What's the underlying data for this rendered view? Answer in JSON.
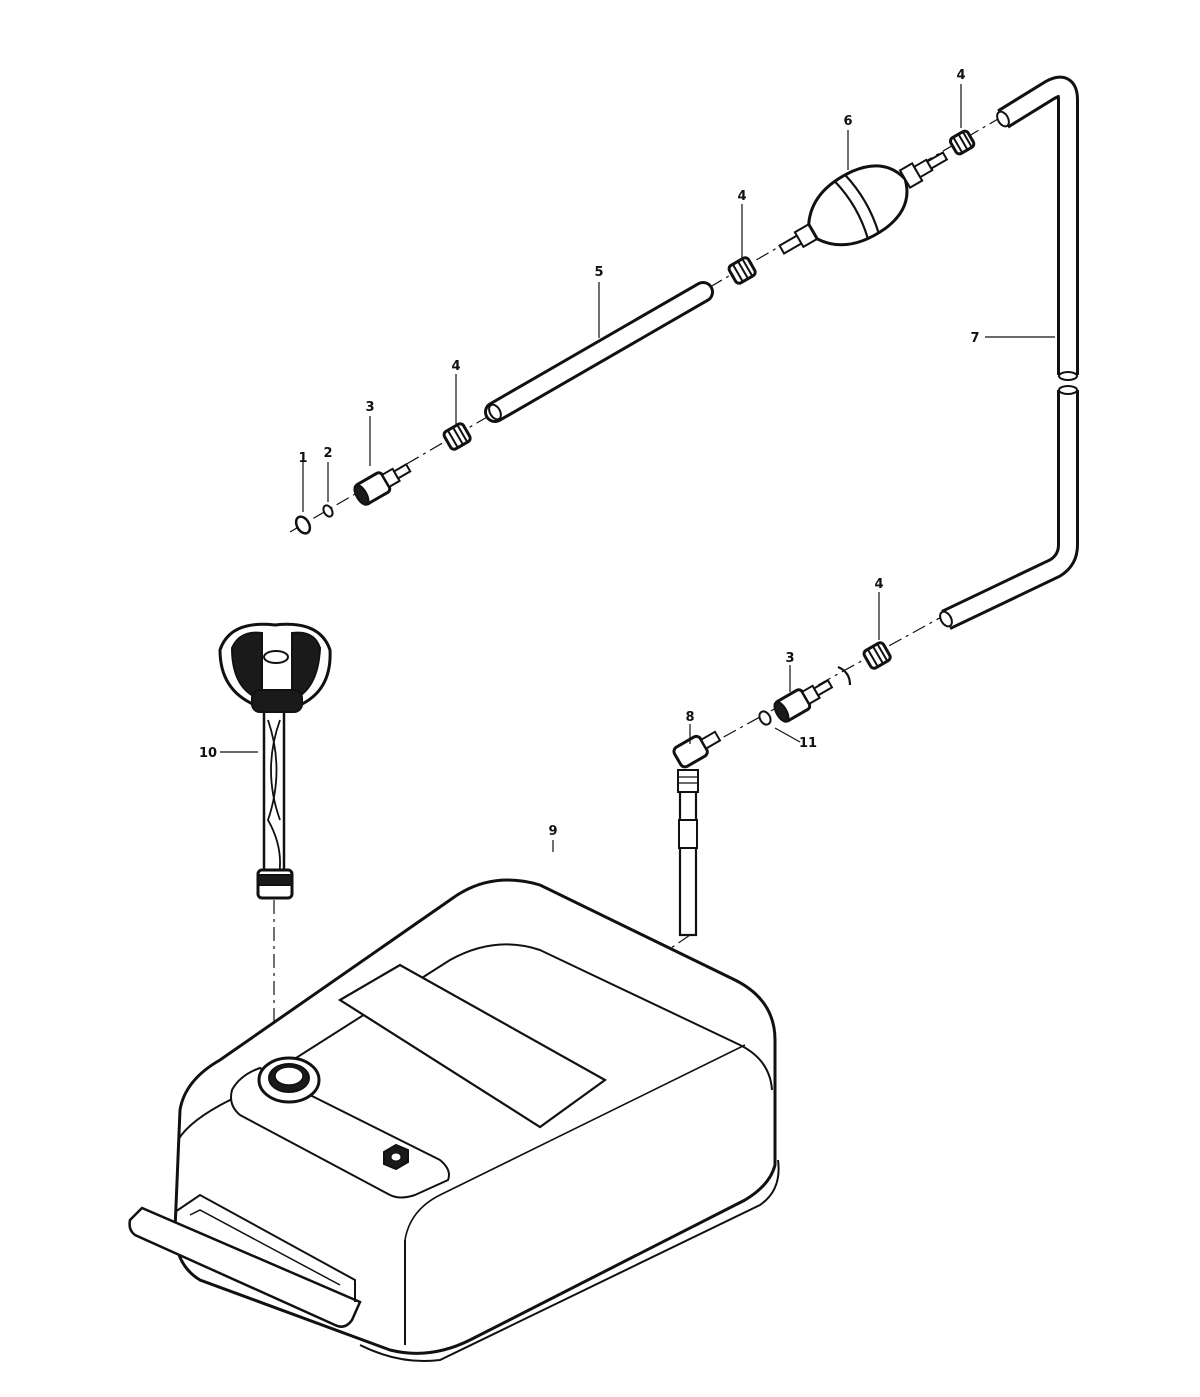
{
  "callouts": {
    "c1": "1",
    "c2": "2",
    "c3a": "3",
    "c3b": "3",
    "c4a": "4",
    "c4b": "4",
    "c4c": "4",
    "c4d": "4",
    "c5": "5",
    "c6": "6",
    "c7": "7",
    "c8": "8",
    "c9": "9",
    "c10": "10",
    "c11": "11"
  }
}
